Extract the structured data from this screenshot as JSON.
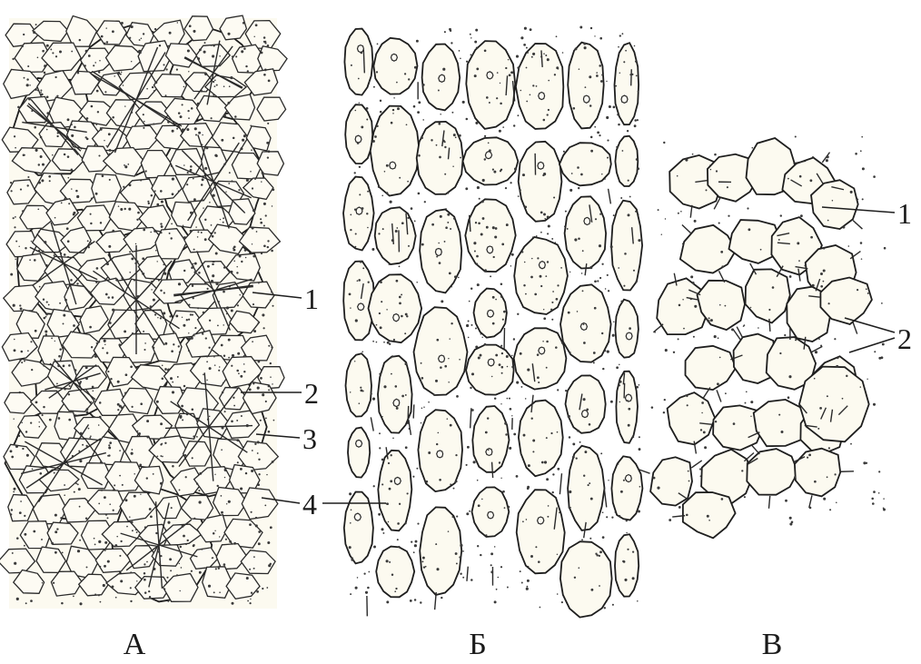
{
  "panels": [
    {
      "id": "A",
      "label": "А"
    },
    {
      "id": "B",
      "label": "Б"
    },
    {
      "id": "V",
      "label": "В"
    }
  ],
  "callouts": {
    "A": [
      "1",
      "2",
      "3",
      "4"
    ],
    "V": [
      "1",
      "2"
    ]
  },
  "colors": {
    "ink": "#1e1e1e",
    "cell_fill": "#fcfaf0",
    "background": "#ffffff"
  }
}
